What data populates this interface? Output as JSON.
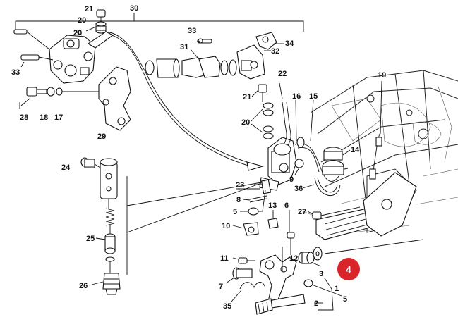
{
  "badge": {
    "label": "4",
    "color": "#d9252a"
  },
  "labels": {
    "l1": "1",
    "l2": "2",
    "l3": "3",
    "l5a": "5",
    "l5b": "5",
    "l6": "6",
    "l7": "7",
    "l8": "8",
    "l9": "9",
    "l10": "10",
    "l11": "11",
    "l12": "12",
    "l13": "13",
    "l14": "14",
    "l15": "15",
    "l16": "16",
    "l17": "17",
    "l18": "18",
    "l19": "19",
    "l20a": "20",
    "l20b": "20",
    "l20c": "20",
    "l21a": "21",
    "l21b": "21",
    "l22": "22",
    "l23": "23",
    "l24": "24",
    "l25": "25",
    "l26": "26",
    "l27": "27",
    "l28": "28",
    "l29": "29",
    "l30": "30",
    "l31": "31",
    "l32": "32",
    "l33a": "33",
    "l33b": "33",
    "l34": "34",
    "l35": "35",
    "l36": "36"
  }
}
